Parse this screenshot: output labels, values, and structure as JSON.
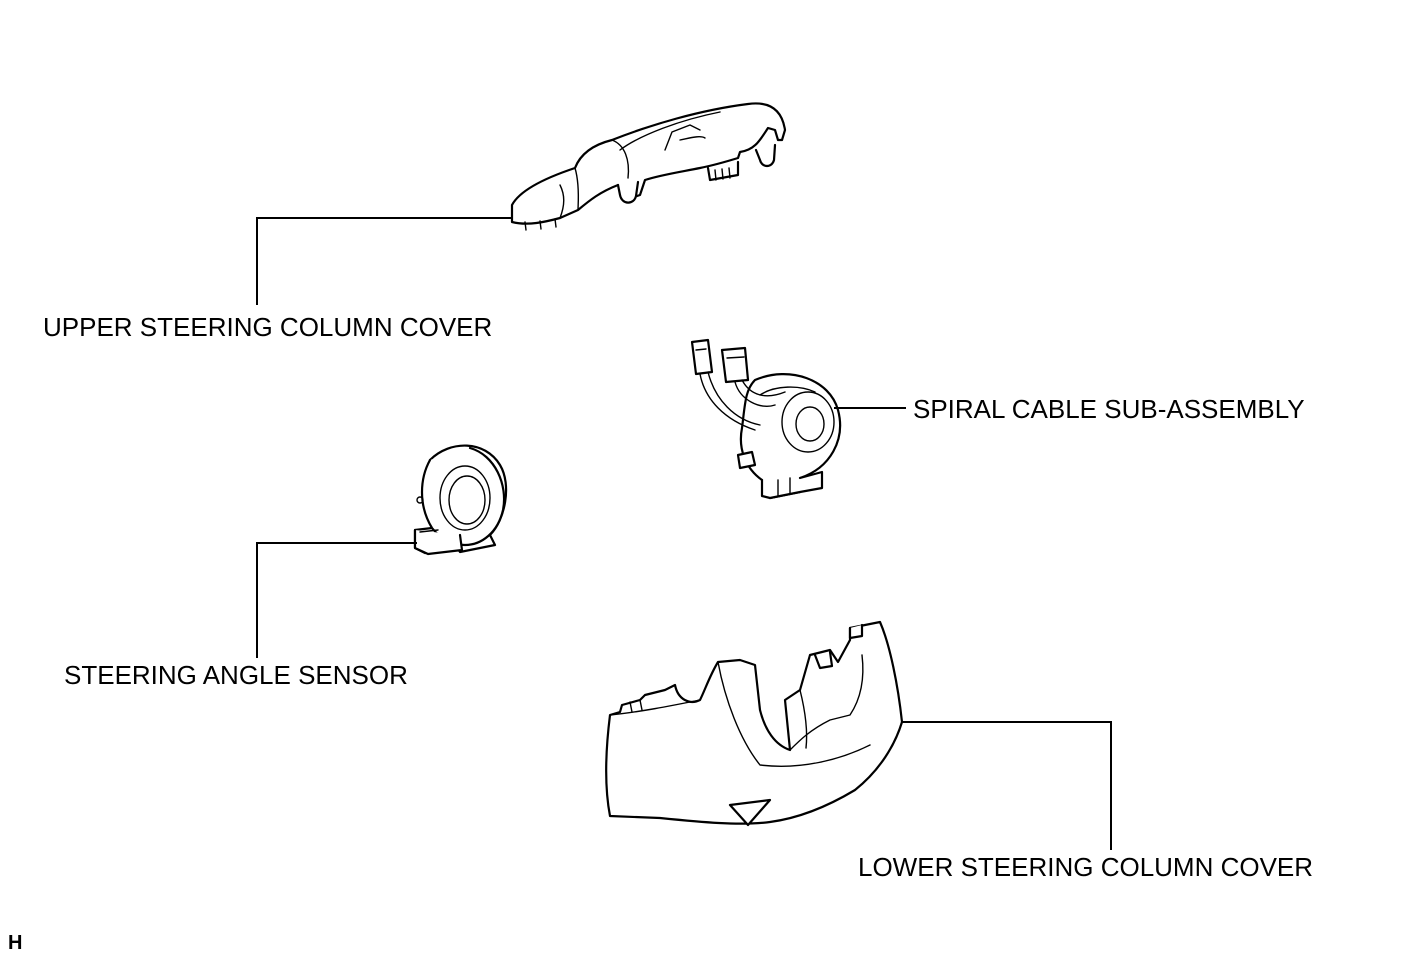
{
  "diagram": {
    "labels": {
      "upper_cover": "UPPER STEERING COLUMN COVER",
      "spiral_cable": "SPIRAL CABLE SUB-ASSEMBLY",
      "angle_sensor": "STEERING ANGLE SENSOR",
      "lower_cover": "LOWER STEERING COLUMN COVER"
    },
    "corner_code": "H",
    "colors": {
      "line": "#000000",
      "background": "#ffffff"
    }
  }
}
